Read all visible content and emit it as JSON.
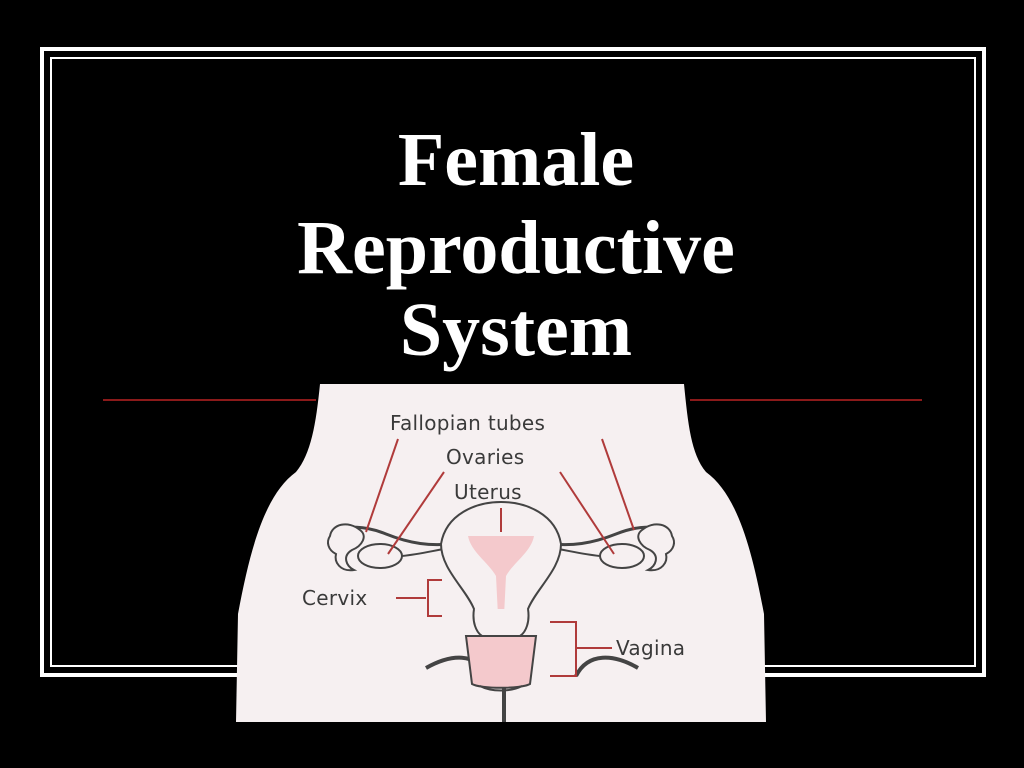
{
  "slide": {
    "title_lines": [
      "Female",
      "Reproductive",
      "System"
    ],
    "rule_color": "#8b1a1a"
  },
  "diagram": {
    "labels": {
      "fallopian_tubes": "Fallopian tubes",
      "ovaries": "Ovaries",
      "uterus": "Uterus",
      "cervix": "Cervix",
      "vagina": "Vagina"
    },
    "colors": {
      "body": "#f6f0f1",
      "outline": "#444444",
      "organ_fill": "#f4c9cc",
      "leader_line": "#b03b3b",
      "label_text": "#3a3a3a"
    }
  }
}
